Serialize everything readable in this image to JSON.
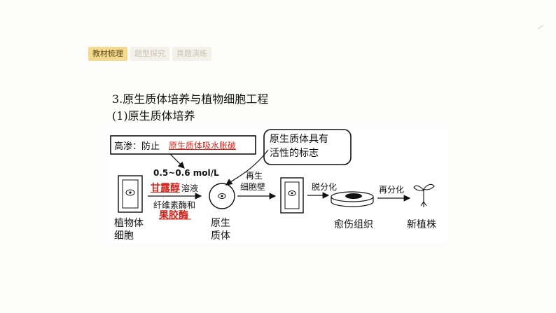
{
  "tabs": [
    {
      "label": "教材梳理"
    },
    {
      "label": "题型探究"
    },
    {
      "label": "真题演练"
    }
  ],
  "section_title": "3.原生质体培养与植物细胞工程",
  "sub_title": "(1)原生质体培养",
  "diagram": {
    "hypertonic_prefix": "高渗：防止",
    "hypertonic_reason": "原生质体吸水胀破",
    "marker_box": "原生质体具有\n活性的标志",
    "concentration": "0.5~0.6 mol/L",
    "mannitol": "甘露醇",
    "solution": "溶液",
    "cellulase": "纤维素酶和",
    "pectinase": "果胶酶",
    "regen_wall_1": "再生",
    "regen_wall_2": "细胞壁",
    "dediff": "脱分化",
    "rediff": "再分化",
    "plant_cell_1": "植物体",
    "plant_cell_2": "细胞",
    "protoplast_1": "原生",
    "protoplast_2": "质体",
    "callus": "愈伤组织",
    "new_plant": "新植株"
  }
}
